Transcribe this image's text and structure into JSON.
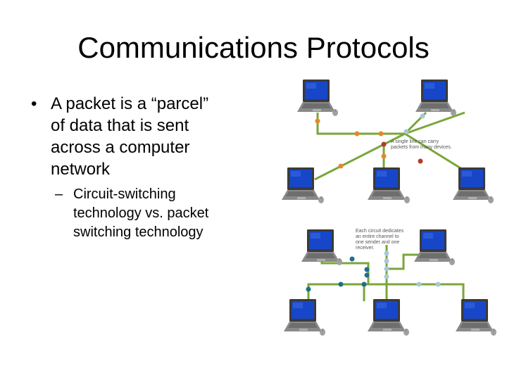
{
  "slide": {
    "title": "Communications Protocols",
    "bullet1": {
      "marker": "•",
      "text_lines": [
        "A packet is a “parcel”",
        "of data that is sent",
        "across a computer",
        "network"
      ]
    },
    "bullet2": {
      "marker": "–",
      "text_lines": [
        "Circuit-switching",
        "technology vs. packet",
        "switching technology"
      ]
    }
  },
  "diagram_top": {
    "callout_lines": [
      "A single line can carry",
      "packets from many devices."
    ],
    "line_color": "#7aa63a",
    "packet_colors": [
      "#e08a2a",
      "#b23a2a",
      "#a8c8d8"
    ]
  },
  "diagram_bottom": {
    "callout_lines": [
      "Each circuit dedicates",
      "an entire channel to",
      "one sender and one",
      "receiver."
    ],
    "line_color": "#7aa63a",
    "packet_colors": [
      "#1f6e8a",
      "#a8c8d8"
    ]
  },
  "colors": {
    "screen": "#1747c8",
    "laptop_body": "#8a8a8a",
    "mouse": "#a0a0a0"
  },
  "icons": [
    "laptop-icon",
    "mouse-icon"
  ]
}
